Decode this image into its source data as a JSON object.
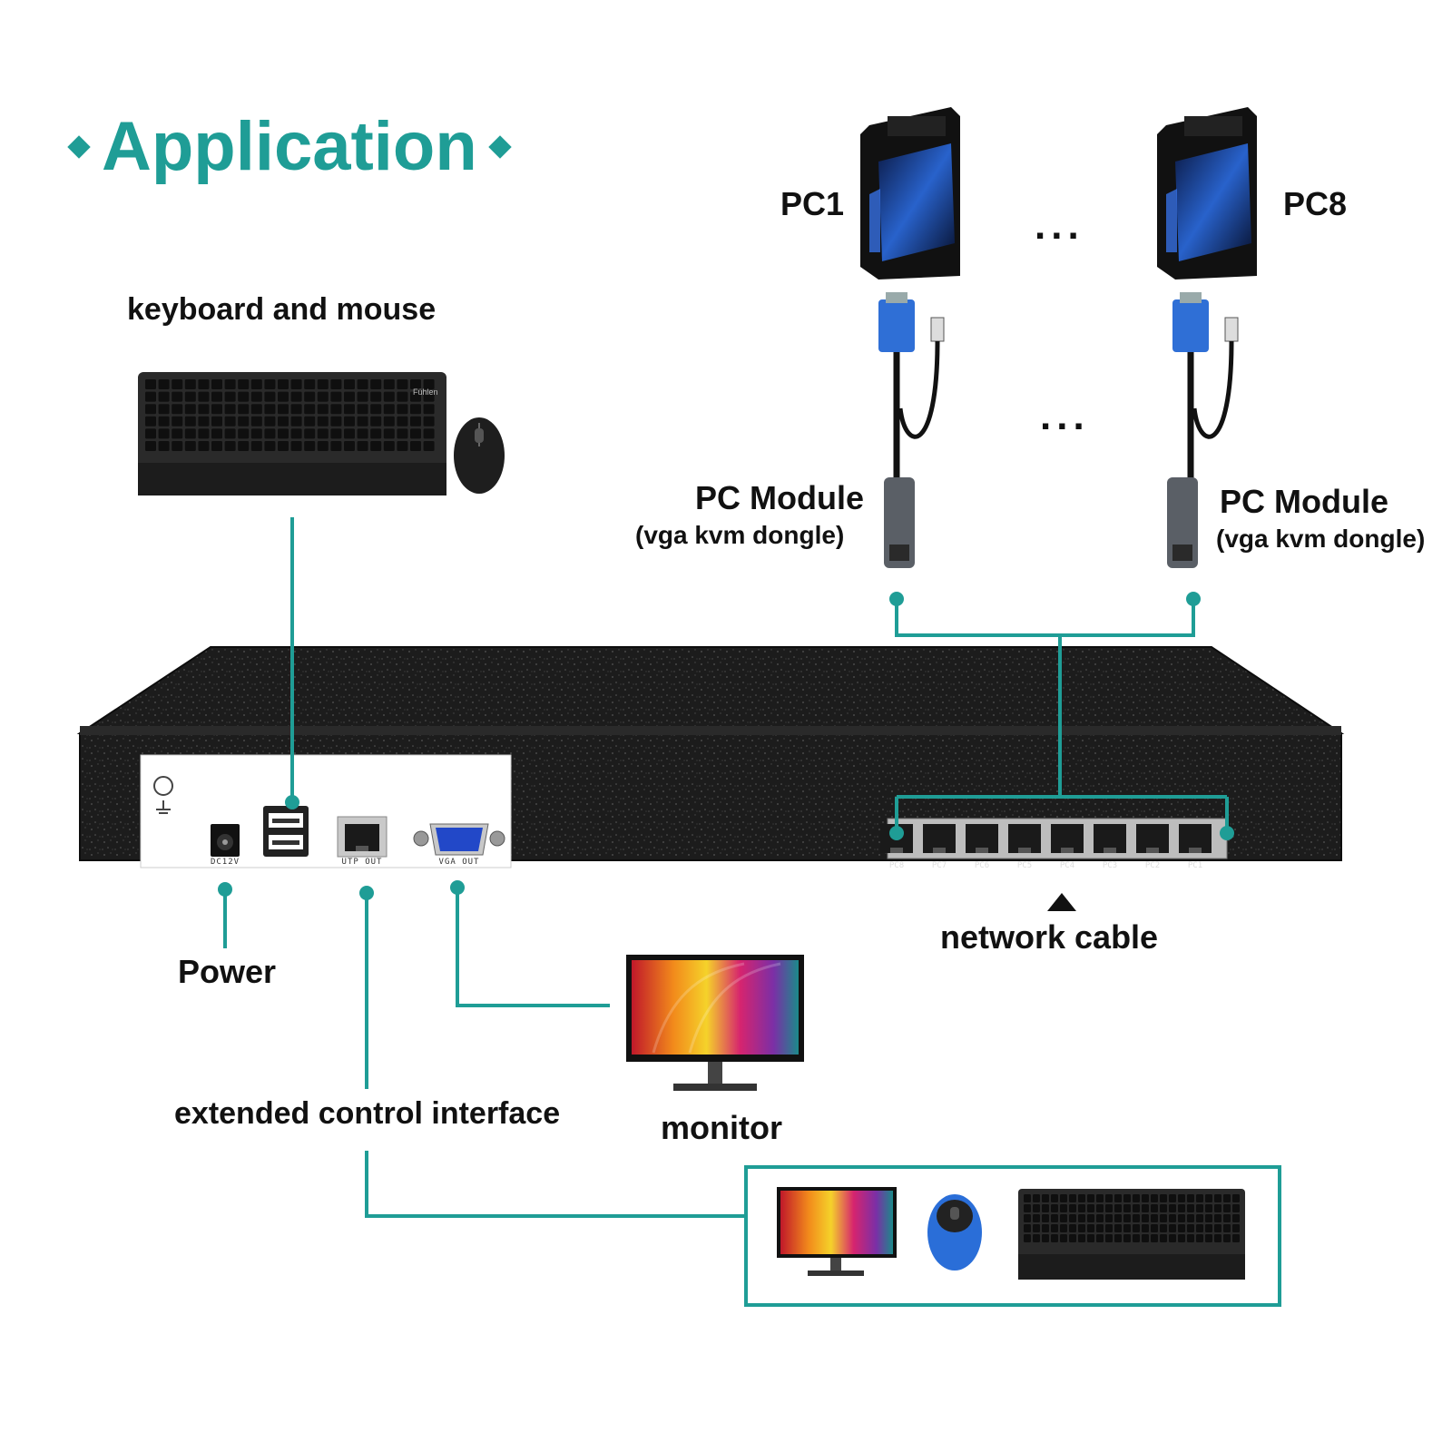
{
  "title": "Application",
  "colors": {
    "accent": "#1f9d96",
    "device": "#1c1c1c",
    "panel": "#ffffff",
    "text": "#111111"
  },
  "labels": {
    "keyboard_mouse": "keyboard and mouse",
    "pc1": "PC1",
    "pc8": "PC8",
    "ellipsis": "...",
    "pc_module": "PC Module",
    "pc_module_sub": "(vga kvm dongle)",
    "power": "Power",
    "extended": "extended control interface",
    "monitor": "monitor",
    "network_cable": "network cable"
  },
  "panel_ports": {
    "power": "DC12V",
    "utp": "UTP OUT",
    "vga": "VGA OUT"
  },
  "pc_ports": [
    "PC8",
    "PC7",
    "PC6",
    "PC5",
    "PC4",
    "PC3",
    "PC2",
    "PC1"
  ],
  "keyboard_brand": "Fühlen",
  "icons": [
    "keyboard-icon",
    "mouse-icon",
    "pc-tower-icon",
    "vga-usb-dongle-icon",
    "monitor-icon",
    "ground-icon",
    "usb-port-icon",
    "rj45-port-icon",
    "vga-port-icon",
    "power-jack-icon"
  ]
}
